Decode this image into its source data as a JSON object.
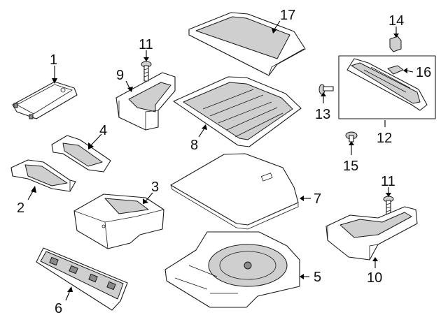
{
  "colors": {
    "line": "#1a1a1a",
    "shade": "#cfcfcf",
    "background": "#ffffff"
  },
  "callouts": {
    "c1": "1",
    "c2": "2",
    "c3": "3",
    "c4": "4",
    "c5": "5",
    "c6": "6",
    "c7": "7",
    "c8": "8",
    "c9": "9",
    "c10": "10",
    "c11a": "11",
    "c11b": "11",
    "c12": "12",
    "c13": "13",
    "c14": "14",
    "c15": "15",
    "c16": "16",
    "c17": "17"
  }
}
